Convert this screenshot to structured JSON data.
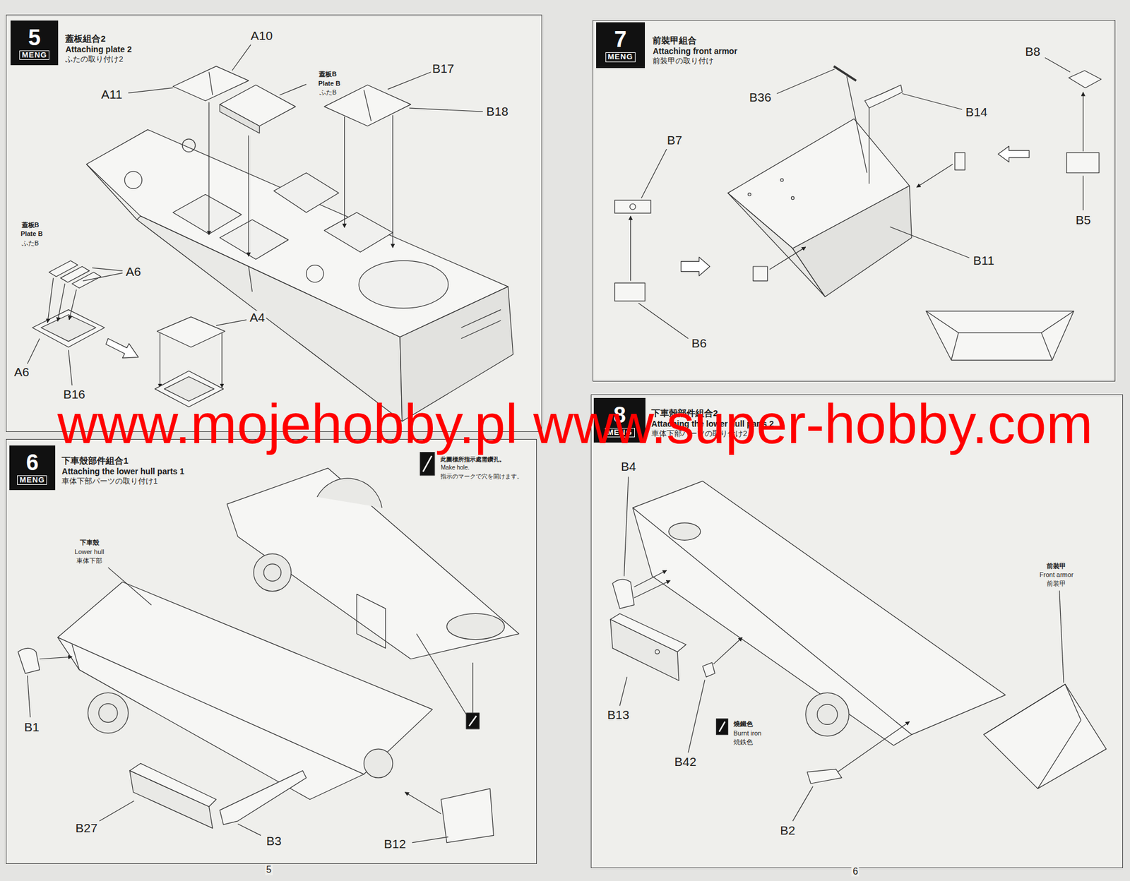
{
  "diagram": {
    "nodes": [
      {
        "text": [
          "蓋板組合2",
          "Attaching plate 2",
          "ふたの取り付け2"
        ]
      },
      {
        "text": [
          "5",
          "MENG"
        ],
        "in": 0
      },
      {
        "text": [
          "前裝甲組合",
          "Attaching front armor",
          "前装甲の取り付け"
        ]
      },
      {
        "text": [
          "7",
          "MENG"
        ],
        "in": 2
      },
      {
        "text": [
          "下車殼部件組合1",
          "Attaching the lower hull parts 1",
          "車体下部パーツの取り付け1"
        ]
      },
      {
        "text": [
          "6",
          "MENG"
        ],
        "in": 4
      },
      {
        "text": [
          "下車殼部件組合2",
          "Attaching the lower hull parts 2",
          "車体下部パーツの取り付け2"
        ]
      },
      {
        "text": [
          "8",
          "MENG"
        ],
        "in": 6
      }
    ],
    "labels": [
      "A10",
      "A11",
      "蓋板B",
      "Plate B",
      "ふたB",
      "B17",
      "B18",
      "蓋板B",
      "Plate B",
      "ふたB",
      "A6",
      "A6",
      "B16",
      "A4",
      "B36",
      "B8",
      "B14",
      "B7",
      "B5",
      "B11",
      "B6",
      "www.mojehobby.pl www.super-hobby.com",
      "此圖標所指示處需鑽孔。",
      "Make hole.",
      "指示のマークで穴を開けます。",
      "下車殼",
      "Lower hull",
      "車体下部",
      "B1",
      "B27",
      "B3",
      "B12",
      "5",
      "B4",
      "燒鐵色",
      "Burnt iron",
      "焼鉄色",
      "B13",
      "B42",
      "B2",
      "前裝甲",
      "Front armor",
      "前装甲",
      "6"
    ]
  }
}
